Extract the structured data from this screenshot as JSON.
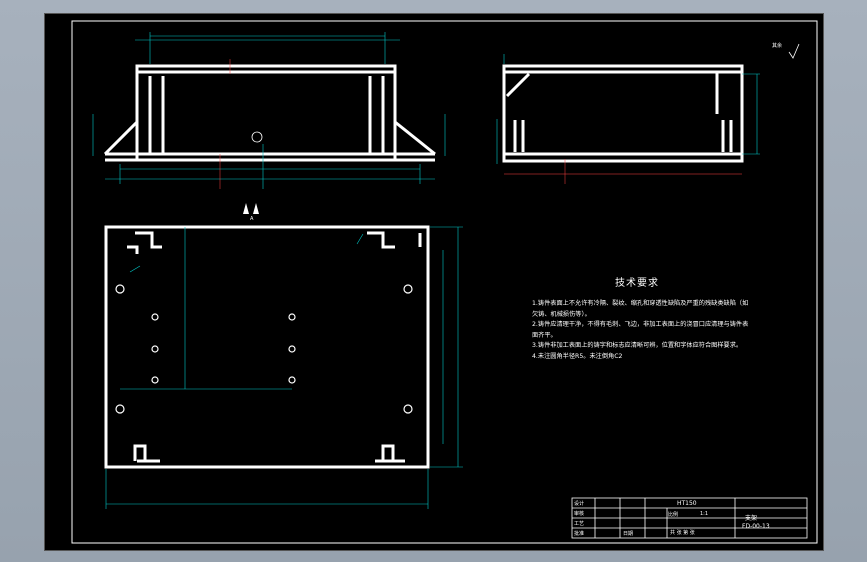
{
  "tech_requirements": {
    "title": "技术要求",
    "items": [
      "1.铸件表面上不允许有冷隔、裂纹、缩孔和穿透性缺陷及严重的残缺类缺陷（如欠铸、机械损伤等）。",
      "2.铸件应清理干净，不得有毛刺、飞边，非加工表面上的浇冒口应清理与铸件表面齐平。",
      "3.铸件非加工表面上的铸字和标志应清晰可辨，位置和字体应符合图样要求。",
      "4.未注圆角半径R5。未注倒角C2"
    ]
  },
  "surface_roughness_note": "其余",
  "view_label": "A",
  "title_block": {
    "material": "HT150",
    "part_name": "支架",
    "drawing_number": "FD-00-13",
    "scale_label": "比例",
    "scale_value": "1:1",
    "sheet_info": "共  张  第  张",
    "row_labels": [
      "设计",
      "审核",
      "工艺",
      "批准"
    ],
    "date_label": "日期"
  },
  "colors": {
    "outline": "#ffffff",
    "dimension": "#00c8c8",
    "center": "#ff4040",
    "paper": "#000000",
    "background": "#9aa5b1"
  }
}
